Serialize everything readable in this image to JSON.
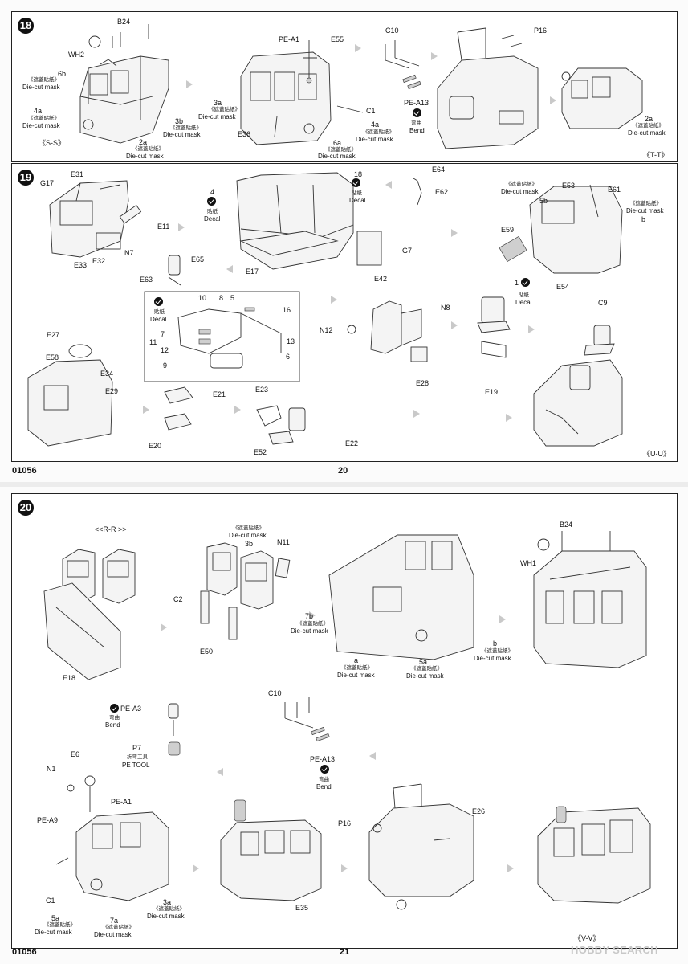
{
  "page_top": {
    "step18": {
      "number": "18",
      "labels": {
        "b24": "B24",
        "wh2": "WH2",
        "6b": "6b",
        "4a_left": "4a",
        "3b": "3b",
        "2a_left": "2a",
        "pe_a1": "PE-A1",
        "e55": "E55",
        "3a": "3a",
        "c1": "C1",
        "4a_mid": "4a",
        "e36": "E36",
        "6a": "6a",
        "c10": "C10",
        "pe_a13": "PE-A13",
        "p16": "P16",
        "2a_right": "2a"
      },
      "mask_cn": "《遮蓋貼紙》",
      "mask_en": "Die-cut mask",
      "bend_cn": "弯曲",
      "bend_en": "Bend",
      "view_left": "《S-S》",
      "view_right": "《T-T》"
    },
    "step19": {
      "number": "19",
      "labels": {
        "e31": "E31",
        "g17": "G17",
        "e11": "E11",
        "e33": "E33",
        "e32": "E32",
        "n7": "N7",
        "e65": "E65",
        "e63": "E63",
        "4": "4",
        "18": "18",
        "e17": "E17",
        "g7": "G7",
        "e64": "E64",
        "e62": "E62",
        "e53": "E53",
        "e61": "E61",
        "5b": "5b",
        "b": "b",
        "e59": "E59",
        "1": "1",
        "e54": "E54",
        "inset_10": "10",
        "inset_8": "8",
        "inset_5": "5",
        "inset_16": "16",
        "inset_7": "7",
        "inset_11": "11",
        "inset_13": "13",
        "inset_12": "12",
        "inset_6": "6",
        "inset_9": "9",
        "e42": "E42",
        "n8": "N8",
        "n12": "N12",
        "e28": "E28",
        "c9": "C9",
        "e19": "E19",
        "e27": "E27",
        "e58": "E58",
        "e34": "E34",
        "e29": "E29",
        "e21": "E21",
        "e20": "E20",
        "e23": "E23",
        "e52": "E52",
        "e22": "E22"
      },
      "decal_cn": "貼紙",
      "decal_en": "Decal",
      "view": "《U-U》"
    },
    "footer_code": "01056",
    "page_number": "20"
  },
  "page_bottom": {
    "step20": {
      "number": "20",
      "labels": {
        "rr": "<<R-R >>",
        "3b": "3b",
        "n11": "N11",
        "c2": "C2",
        "7b": "7b",
        "e50": "E50",
        "e18": "E18",
        "a": "a",
        "5a_top": "5a",
        "b24": "B24",
        "wh1": "WH1",
        "b": "b",
        "pe_a3": "PE-A3",
        "p7": "P7",
        "n1": "N1",
        "e6": "E6",
        "pe_a9": "PE-A9",
        "pe_a1": "PE-A1",
        "c1": "C1",
        "5a_bottom": "5a",
        "7a": "7a",
        "3a": "3a",
        "c10": "C10",
        "pe_a13": "PE-A13",
        "e35": "E35",
        "p16": "P16",
        "e26": "E26"
      },
      "mask_cn": "《遮蓋貼紙》",
      "mask_en": "Die-cut mask",
      "bend_cn": "弯曲",
      "bend_en": "Bend",
      "tool_cn": "折弯工具",
      "tool_en": "PE TOOL",
      "view": "《V-V》"
    },
    "footer_code": "01056",
    "page_number": "21"
  },
  "watermark": "HOBBY SEARCH"
}
